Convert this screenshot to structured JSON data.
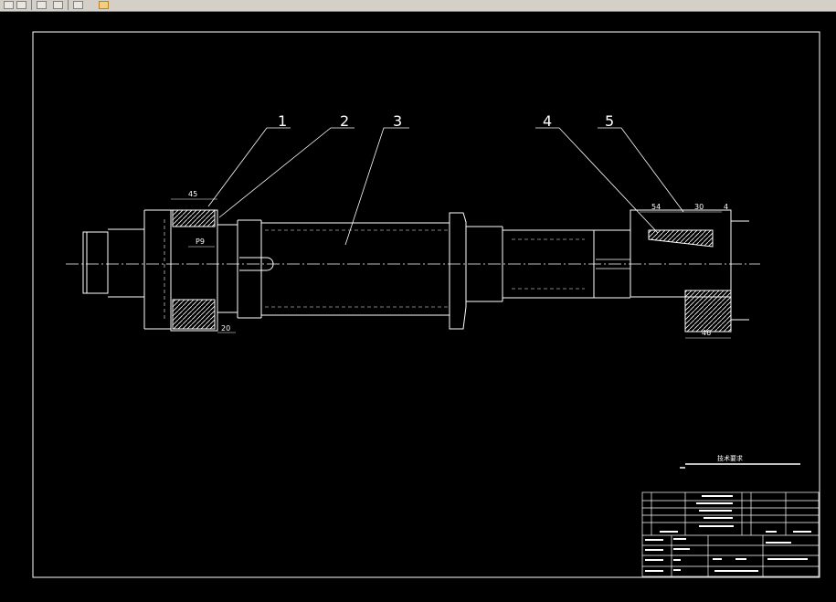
{
  "toolbar": {
    "buttons": [
      "copy-icon",
      "paste-icon",
      "undo-icon",
      "redo-icon",
      "match-properties-icon"
    ]
  },
  "drawing": {
    "balloons": [
      "1",
      "2",
      "3",
      "4",
      "5"
    ],
    "dimensions": {
      "d45": "45",
      "d30": "30",
      "d4": "4",
      "d54": "54",
      "d46": "46",
      "d20": "20",
      "fit_p9": "P9"
    },
    "tech_req_title": "技术要求"
  },
  "colors": {
    "background": "#000000",
    "lines": "#ffffff",
    "toolbar": "#d4d0c8"
  }
}
